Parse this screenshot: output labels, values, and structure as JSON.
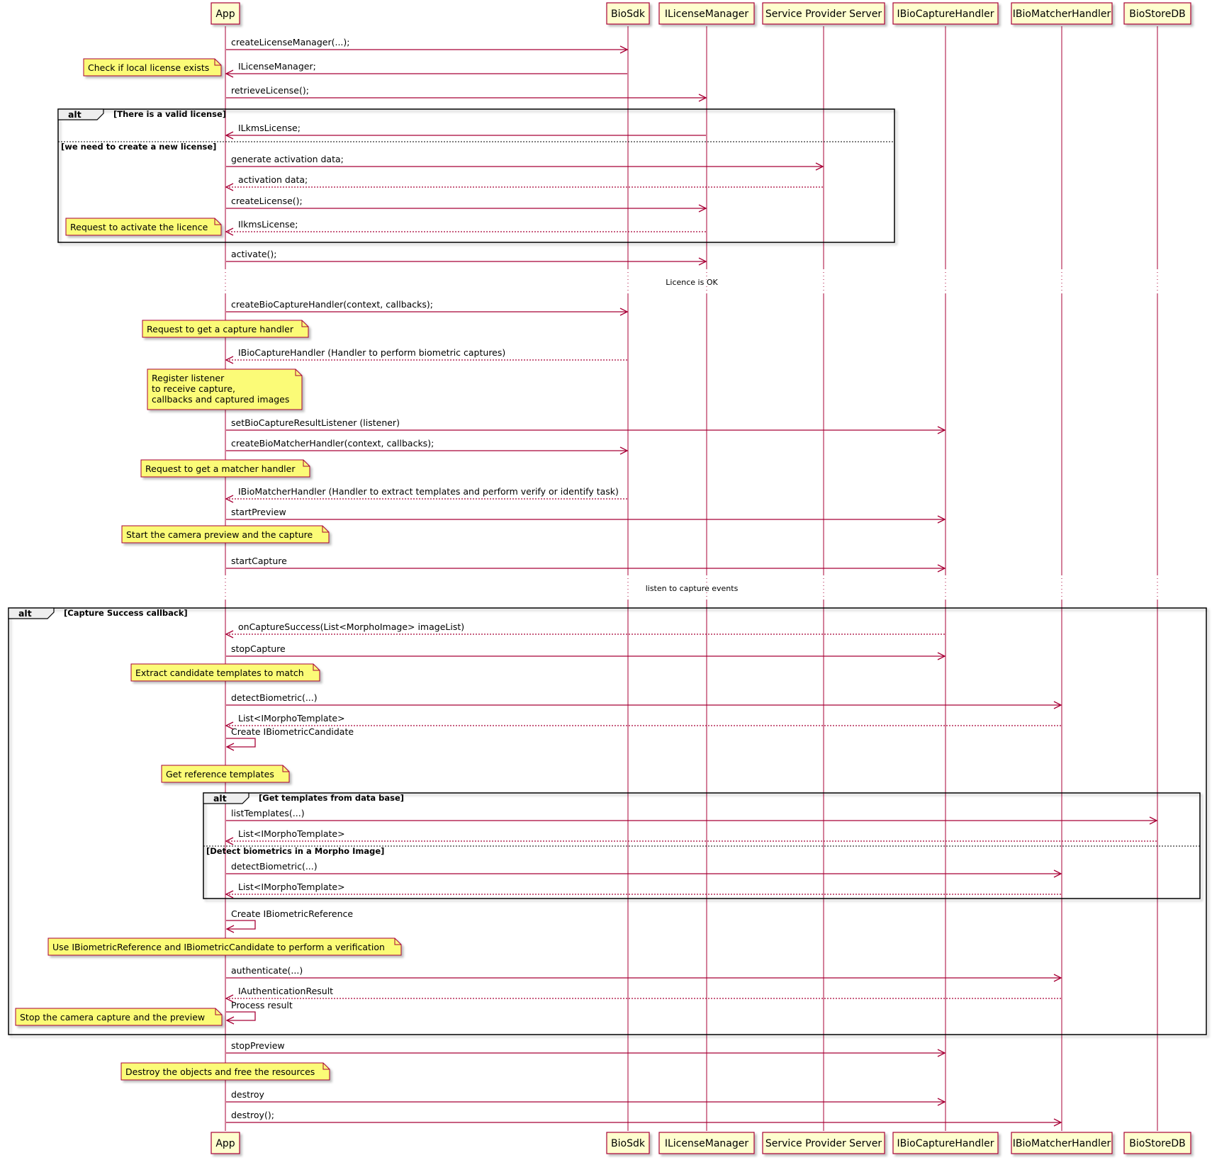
{
  "colors": {
    "arrow": "#A80036",
    "participant_fill": "#FEFECE",
    "participant_border": "#A80036",
    "note_fill": "#FBFB77",
    "note_border": "#A80036",
    "frame_border": "#000000",
    "tab_fill": "#EEEEEE"
  },
  "participants": [
    "App",
    "BioSdk",
    "ILicenseManager",
    "Service Provider Server",
    "IBioCaptureHandler",
    "IBioMatcherHandler",
    "BioStoreDB"
  ],
  "fragments": [
    {
      "keyword": "alt",
      "conditions": [
        "[There is a valid license]",
        "[we need to create a new license]"
      ]
    },
    {
      "keyword": "alt",
      "conditions": [
        "[Capture Success callback]"
      ]
    },
    {
      "keyword": "alt",
      "conditions": [
        "[Get templates from data base]",
        "[Detect biometrics in a Morpho Image]"
      ]
    }
  ],
  "dividers": [
    "Licence is OK",
    "listen to capture events"
  ],
  "messages": [
    {
      "label": "createLicenseManager(...);",
      "from": 0,
      "to": 1,
      "dashed": false
    },
    {
      "label": "ILicenseManager;",
      "from": 1,
      "to": 0,
      "dashed": false
    },
    {
      "label": "retrieveLicense();",
      "from": 0,
      "to": 2,
      "dashed": false
    },
    {
      "label": "ILkmsLicense;",
      "from": 2,
      "to": 0,
      "dashed": false
    },
    {
      "label": "generate activation data;",
      "from": 0,
      "to": 3,
      "dashed": false
    },
    {
      "label": "activation data;",
      "from": 3,
      "to": 0,
      "dashed": true
    },
    {
      "label": "createLicense();",
      "from": 0,
      "to": 2,
      "dashed": false
    },
    {
      "label": "IlkmsLicense;",
      "from": 2,
      "to": 0,
      "dashed": true
    },
    {
      "label": "activate();",
      "from": 0,
      "to": 2,
      "dashed": false
    },
    {
      "label": "createBioCaptureHandler(context, callbacks);",
      "from": 0,
      "to": 1,
      "dashed": false
    },
    {
      "label": "IBioCaptureHandler (Handler to perform biometric captures)",
      "from": 1,
      "to": 0,
      "dashed": true
    },
    {
      "label": "setBioCaptureResultListener (listener)",
      "from": 0,
      "to": 4,
      "dashed": false
    },
    {
      "label": "createBioMatcherHandler(context, callbacks);",
      "from": 0,
      "to": 1,
      "dashed": false
    },
    {
      "label": "IBioMatcherHandler (Handler to extract templates and perform verify or identify task)",
      "from": 1,
      "to": 0,
      "dashed": true
    },
    {
      "label": "startPreview",
      "from": 0,
      "to": 4,
      "dashed": false
    },
    {
      "label": "startCapture",
      "from": 0,
      "to": 4,
      "dashed": false
    },
    {
      "label": "onCaptureSuccess(List<MorphoImage> imageList)",
      "from": 4,
      "to": 0,
      "dashed": true
    },
    {
      "label": "stopCapture",
      "from": 0,
      "to": 4,
      "dashed": false
    },
    {
      "label": "detectBiometric(...)",
      "from": 0,
      "to": 5,
      "dashed": false
    },
    {
      "label": "List<IMorphoTemplate>",
      "from": 5,
      "to": 0,
      "dashed": true
    },
    {
      "label": "Create IBiometricCandidate",
      "from": 0,
      "to": 0,
      "dashed": false
    },
    {
      "label": "listTemplates(...)",
      "from": 0,
      "to": 6,
      "dashed": false
    },
    {
      "label": "List<IMorphoTemplate>",
      "from": 6,
      "to": 0,
      "dashed": true
    },
    {
      "label": "detectBiometric(...)",
      "from": 0,
      "to": 5,
      "dashed": false
    },
    {
      "label": "List<IMorphoTemplate>",
      "from": 5,
      "to": 0,
      "dashed": true
    },
    {
      "label": "Create IBiometricReference",
      "from": 0,
      "to": 0,
      "dashed": false
    },
    {
      "label": "authenticate(...)",
      "from": 0,
      "to": 5,
      "dashed": false
    },
    {
      "label": "IAuthenticationResult",
      "from": 5,
      "to": 0,
      "dashed": true
    },
    {
      "label": "Process result",
      "from": 0,
      "to": 0,
      "dashed": false
    },
    {
      "label": "stopPreview",
      "from": 0,
      "to": 4,
      "dashed": false
    },
    {
      "label": "destroy",
      "from": 0,
      "to": 4,
      "dashed": false
    },
    {
      "label": "destroy();",
      "from": 0,
      "to": 5,
      "dashed": false
    }
  ],
  "notes": [
    [
      "Check if local license exists"
    ],
    [
      "Request to activate the licence"
    ],
    [
      "Request to get a capture handler"
    ],
    [
      "Register listener",
      "to receive capture,",
      "callbacks and captured images"
    ],
    [
      "Request to get a matcher handler"
    ],
    [
      "Start the camera preview and the capture"
    ],
    [
      "Extract candidate templates to match"
    ],
    [
      "Get reference templates"
    ],
    [
      "Use IBiometricReference and IBiometricCandidate to perform a verification"
    ],
    [
      "Stop the camera capture and the preview"
    ],
    [
      "Destroy the objects and free the resources"
    ]
  ]
}
